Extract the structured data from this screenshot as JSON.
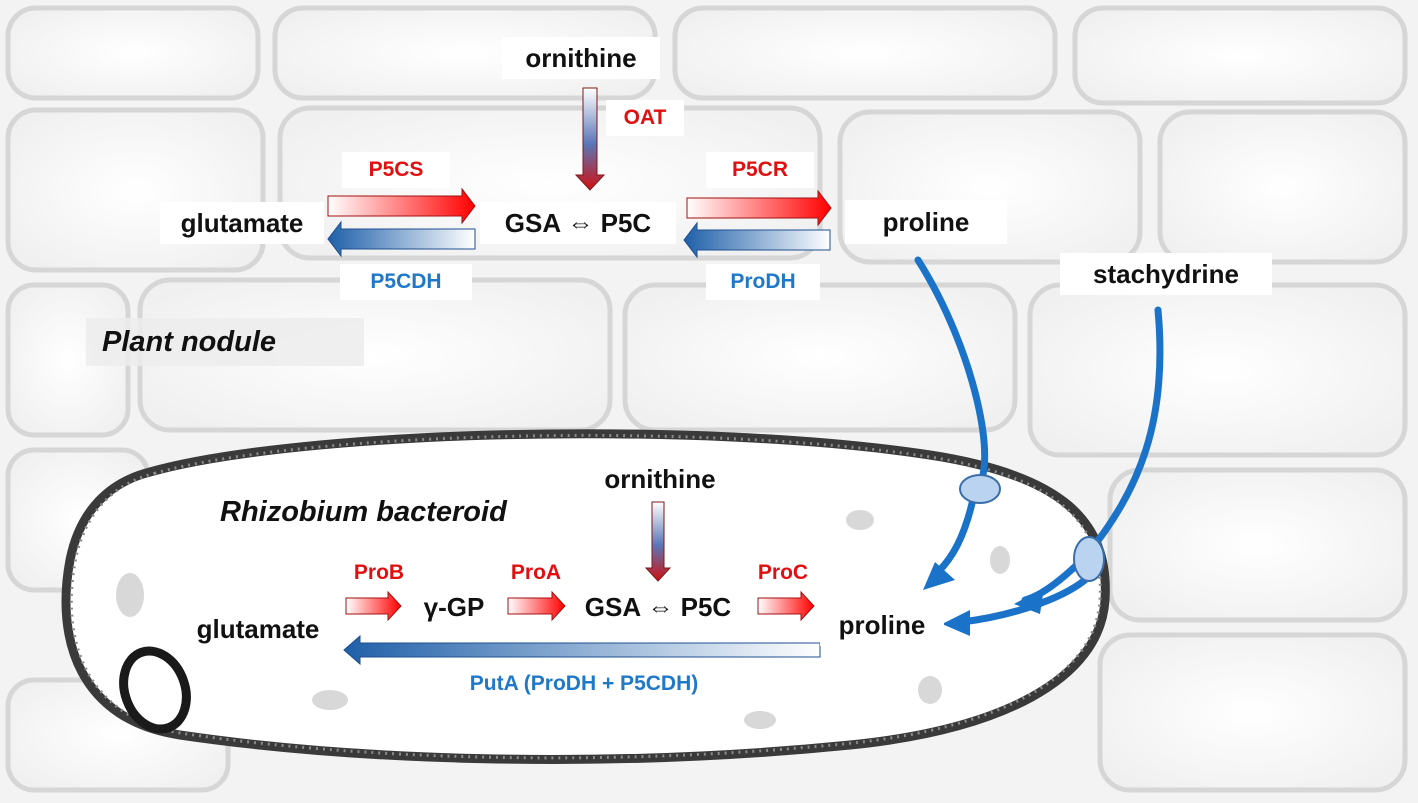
{
  "colors": {
    "enzyme_synthesis": "#e01010",
    "enzyme_degradation": "#1f78c8",
    "arrow_red": "#ff0000",
    "arrow_blue": "#1f5fa8",
    "transport_arrow": "#1a73c8",
    "transporter": "#b9d3f0"
  },
  "compartments": {
    "plant": "Plant nodule",
    "bacteroid": "Rhizobium bacteroid"
  },
  "plant": {
    "ornithine": "ornithine",
    "oat": "OAT",
    "p5cs": "P5CS",
    "glutamate": "glutamate",
    "gsa_p5c": "GSA ⇔ P5C",
    "p5cr": "P5CR",
    "proline": "proline",
    "p5cdh": "P5CDH",
    "prodh": "ProDH",
    "stachydrine": "stachydrine"
  },
  "bacteroid": {
    "ornithine": "ornithine",
    "prob": "ProB",
    "gamma_gp": "γ-GP",
    "proa": "ProA",
    "gsa_p5c": "GSA ⇔ P5C",
    "proc": "ProC",
    "glutamate": "glutamate",
    "proline": "proline",
    "puta": "PutA (ProDH + P5CDH)"
  }
}
